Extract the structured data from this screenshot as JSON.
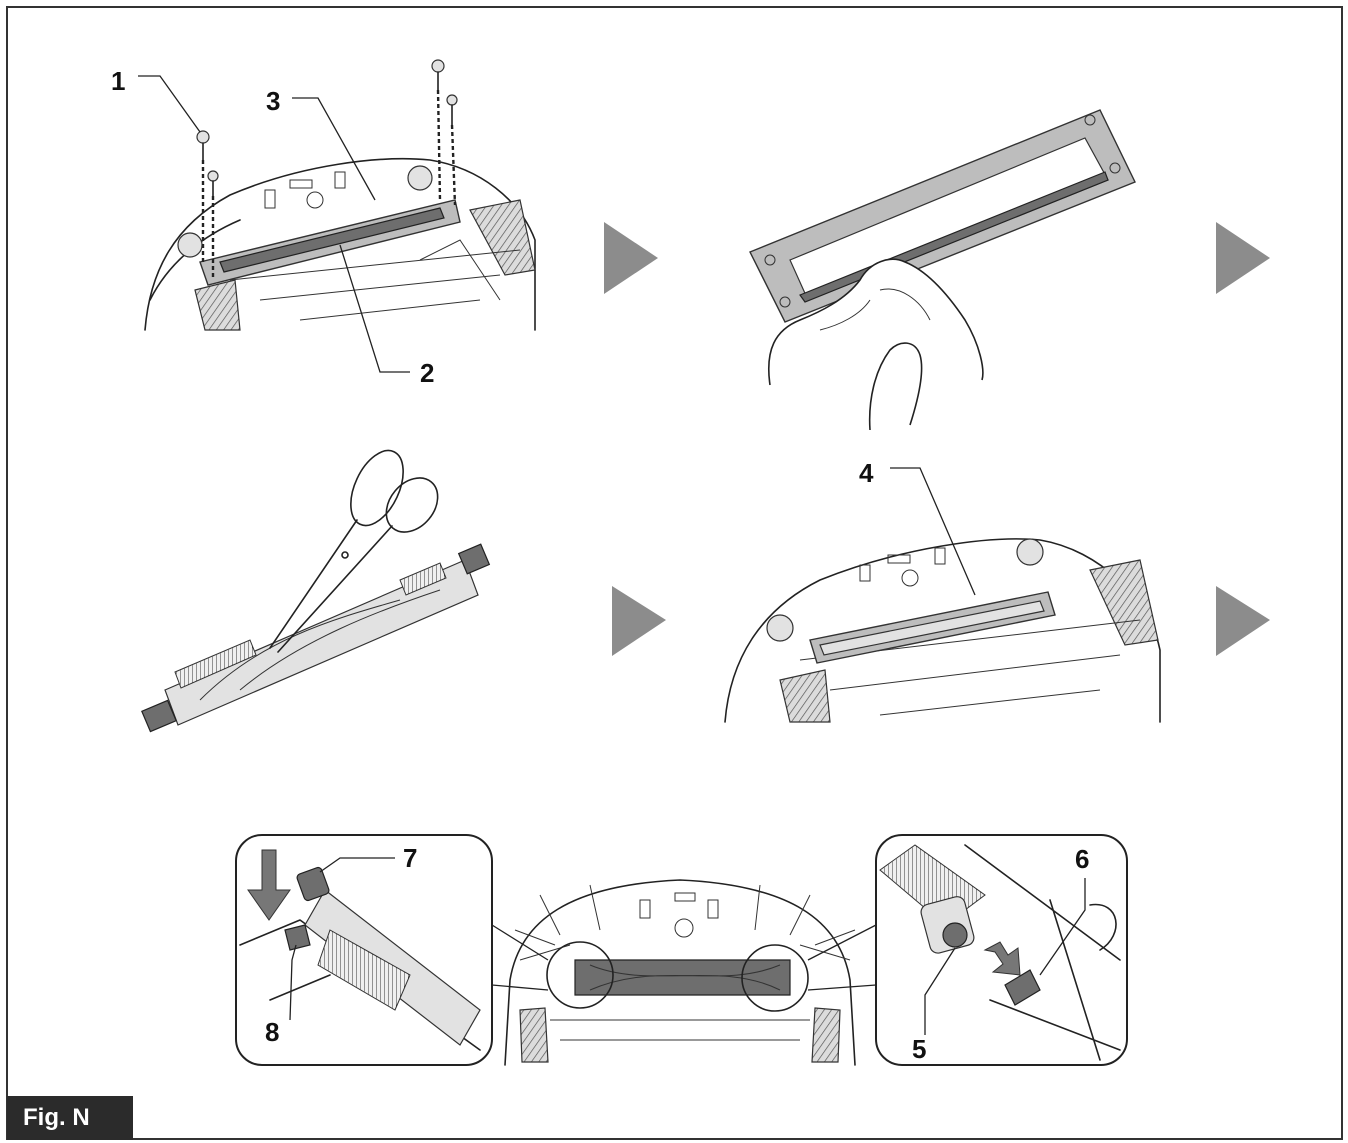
{
  "figure": {
    "label": "Fig. N",
    "callouts": {
      "c1": "1",
      "c2": "2",
      "c3": "3",
      "c4": "4",
      "c5": "5",
      "c6": "6",
      "c7": "7",
      "c8": "8"
    }
  },
  "colors": {
    "border": "#333333",
    "step_arrow": "#8c8c8c",
    "label_bg": "#2b2b2b",
    "label_text": "#ffffff"
  }
}
